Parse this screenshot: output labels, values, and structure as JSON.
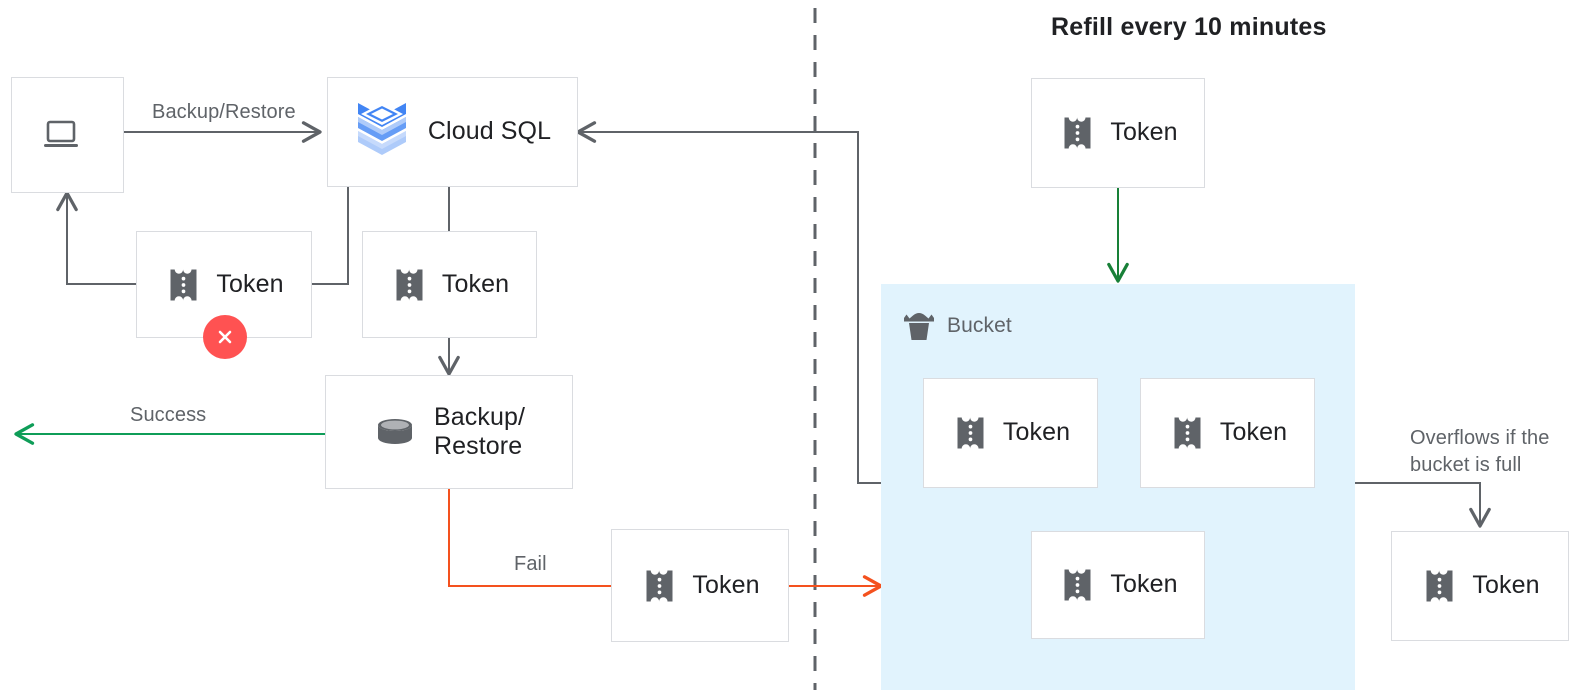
{
  "diagram": {
    "title": "Refill every 10 minutes",
    "divider": "vertical-dashed-divider",
    "colors": {
      "node_border": "#dadce0",
      "text_primary": "#202124",
      "text_secondary": "#5f6368",
      "bucket_fill": "#e1f3fd",
      "arrow_default": "#5f6368",
      "arrow_success": "#0f9d58",
      "arrow_success_refill": "#188038",
      "arrow_fail": "#f4511e",
      "error_badge": "#ff5252",
      "cloudsql_blue_dark": "#4285f4",
      "cloudsql_blue_mid": "#669df6",
      "cloudsql_blue_light": "#aecbfa",
      "icon_gray": "#5f6368"
    }
  },
  "nodes": {
    "client": {
      "label": "",
      "icon": "laptop-icon"
    },
    "cloud_sql": {
      "label": "Cloud SQL",
      "icon": "cloud-sql-icon"
    },
    "token_rejected": {
      "label": "Token",
      "icon": "token-icon",
      "badge": "error-x-badge"
    },
    "token_consumed": {
      "label": "Token",
      "icon": "token-icon"
    },
    "backup_restore": {
      "label": "Backup/\nRestore",
      "icon": "database-icon"
    },
    "token_fail": {
      "label": "Token",
      "icon": "token-icon"
    },
    "token_refill": {
      "label": "Token",
      "icon": "token-icon"
    },
    "token_bucket_1": {
      "label": "Token",
      "icon": "token-icon"
    },
    "token_bucket_2": {
      "label": "Token",
      "icon": "token-icon"
    },
    "token_bucket_3": {
      "label": "Token",
      "icon": "token-icon"
    },
    "token_overflow": {
      "label": "Token",
      "icon": "token-icon"
    }
  },
  "bucket": {
    "title": "Bucket",
    "icon": "bucket-icon"
  },
  "edges": {
    "backup_restore_label": "Backup/Restore",
    "success_label": "Success",
    "fail_label": "Fail",
    "overflow_label": "Overflows if the\nbucket is full"
  }
}
